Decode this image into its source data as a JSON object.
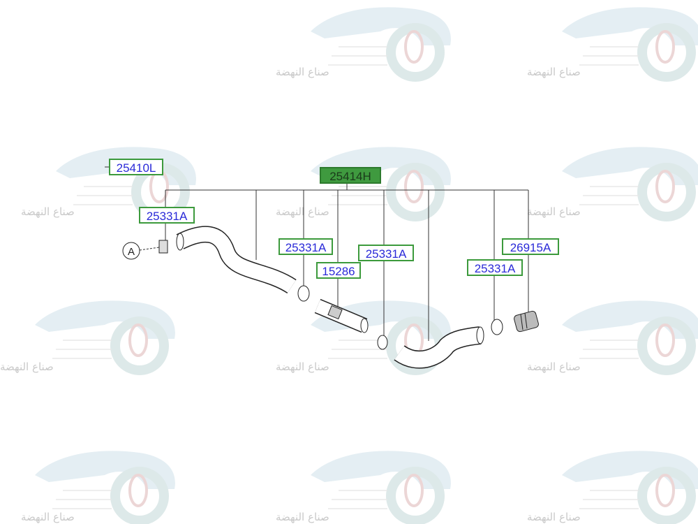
{
  "watermark": {
    "text": "صناع النهضة"
  },
  "colors": {
    "label_border": "#3c9a3c",
    "label_text": "#2a2ad8",
    "assembly_fill": "#3f9a3f"
  },
  "diagram": {
    "assembly_label": "25414H",
    "callout_letter": "A",
    "labels": {
      "hose_upper": "25410L",
      "clamp_1": "25331A",
      "clamp_2": "25331A",
      "pipe": "15286",
      "clamp_3": "25331A",
      "clamp_4": "25331A",
      "connector": "26915A"
    }
  }
}
